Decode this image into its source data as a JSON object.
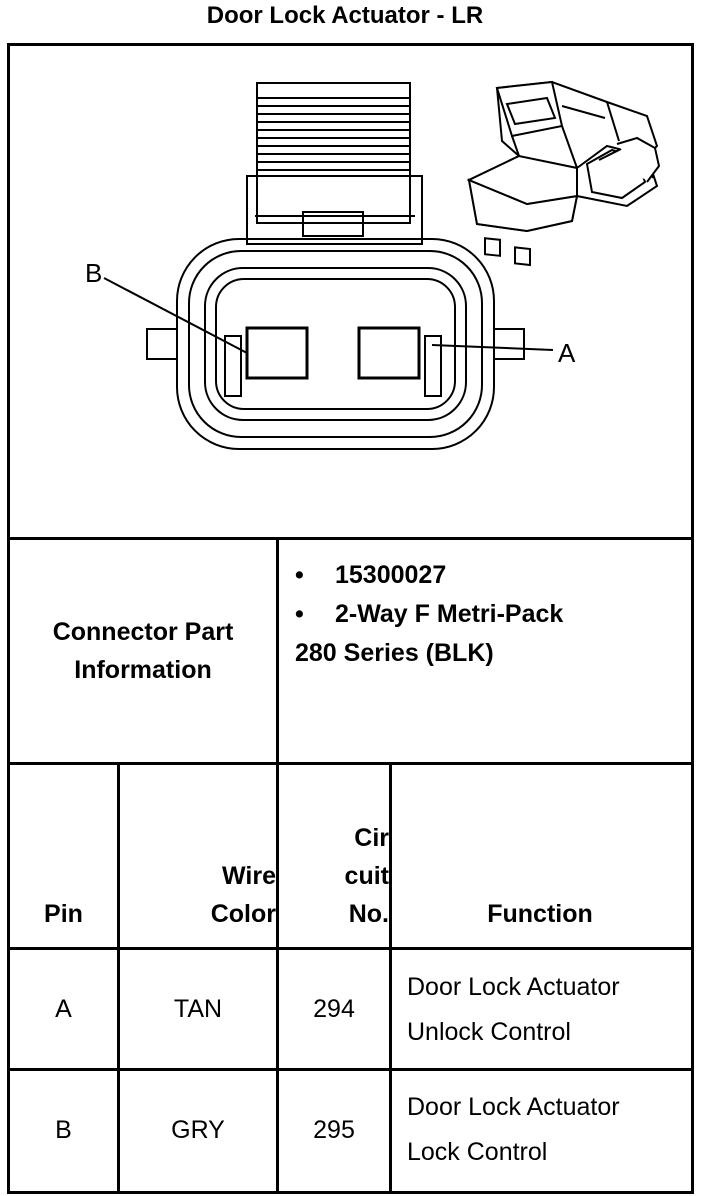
{
  "title": "Door Lock Actuator - LR",
  "diagram": {
    "label_b": "B",
    "label_a": "A"
  },
  "connector_info": {
    "label_line1": "Connector Part",
    "label_line2": "Information",
    "items": [
      "15300027",
      "2-Way F Metri-Pack"
    ],
    "continuation": "280 Series (BLK)"
  },
  "table": {
    "headers": {
      "pin": "Pin",
      "wire_color_1": "Wire",
      "wire_color_2": "Color",
      "circuit_1": "Cir",
      "circuit_2": "cuit",
      "circuit_3": "No.",
      "function": "Function"
    },
    "rows": [
      {
        "pin": "A",
        "color": "TAN",
        "circuit": "294",
        "function_1": "Door Lock Actuator",
        "function_2": "Unlock Control"
      },
      {
        "pin": "B",
        "color": "GRY",
        "circuit": "295",
        "function_1": "Door Lock Actuator",
        "function_2": "Lock Control"
      }
    ]
  }
}
